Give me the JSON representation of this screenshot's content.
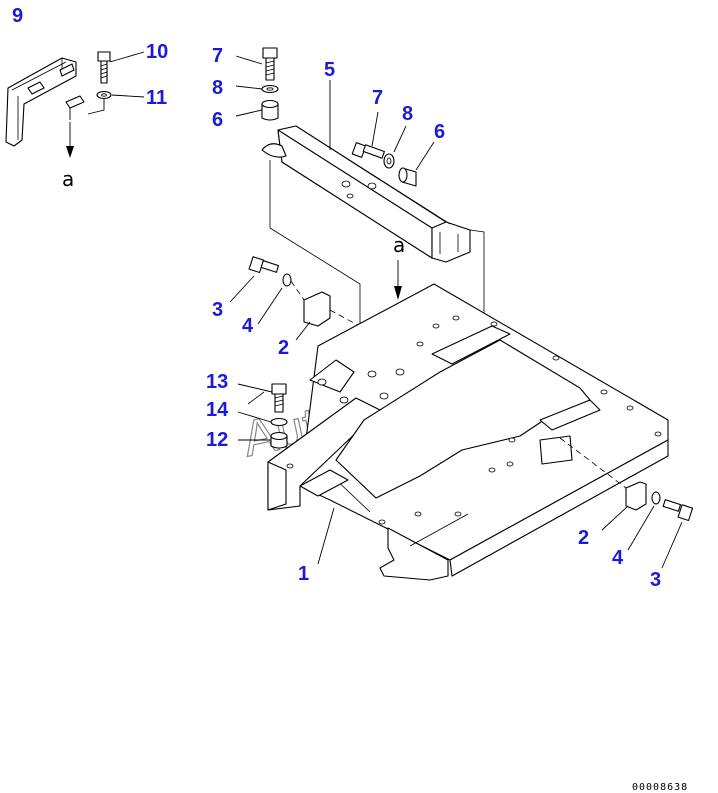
{
  "callouts": [
    {
      "id": "c9",
      "text": "9"
    },
    {
      "id": "c10",
      "text": "10"
    },
    {
      "id": "c11",
      "text": "11"
    },
    {
      "id": "c7a",
      "text": "7"
    },
    {
      "id": "c8a",
      "text": "8"
    },
    {
      "id": "c6a",
      "text": "6"
    },
    {
      "id": "c5",
      "text": "5"
    },
    {
      "id": "c7b",
      "text": "7"
    },
    {
      "id": "c8b",
      "text": "8"
    },
    {
      "id": "c6b",
      "text": "6"
    },
    {
      "id": "c3a",
      "text": "3"
    },
    {
      "id": "c4a",
      "text": "4"
    },
    {
      "id": "c2a",
      "text": "2"
    },
    {
      "id": "c13",
      "text": "13"
    },
    {
      "id": "c14",
      "text": "14"
    },
    {
      "id": "c12",
      "text": "12"
    },
    {
      "id": "c2b",
      "text": "2"
    },
    {
      "id": "c4b",
      "text": "4"
    },
    {
      "id": "c3b",
      "text": "3"
    },
    {
      "id": "c1",
      "text": "1"
    }
  ],
  "reference_marks": {
    "left": "a",
    "center": "a"
  },
  "watermark": "AutoSoft",
  "drawing_code": "00008638",
  "colors": {
    "callout": "#1a1adb",
    "line": "#000000",
    "watermark": "#888888"
  }
}
